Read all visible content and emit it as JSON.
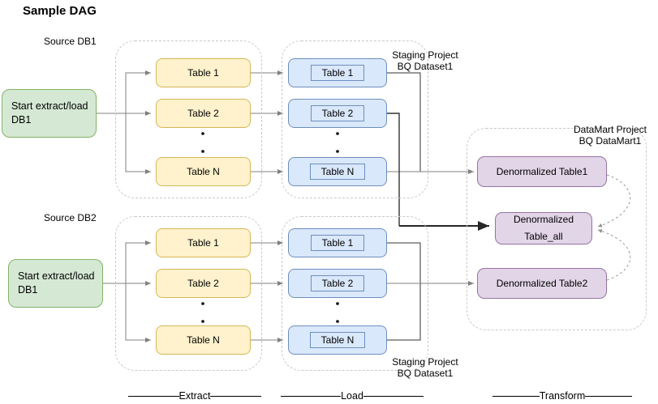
{
  "title": "Sample DAG",
  "labels": {
    "source_db1": "Source DB1",
    "source_db2": "Source DB2",
    "staging_top": "Staging Project\nBQ Dataset1",
    "staging_bottom": "Staging Project\nBQ Dataset1",
    "datamart": "DataMart Project\nBQ DataMart1"
  },
  "nodes": {
    "start1": "Start extract/load\nDB1",
    "start2": "Start extract/load\nDB1",
    "extract_top": [
      "Table 1",
      "Table 2",
      "Table N"
    ],
    "load_top": [
      "Table 1",
      "Table 2",
      "Table N"
    ],
    "extract_bottom": [
      "Table 1",
      "Table 2",
      "Table N"
    ],
    "load_bottom": [
      "Table 1",
      "Table 2",
      "Table N"
    ],
    "datamart": [
      "Denormalized Table1",
      "Denormalized\nTable_all",
      "Denormalized Table2"
    ]
  },
  "stages": {
    "extract": "Extract",
    "load": "Load",
    "transform": "Transform"
  },
  "colors": {
    "start_fill": "#d5e8d4",
    "start_border": "#82b366",
    "extract_fill": "#fff2cc",
    "extract_border": "#d6b656",
    "load_fill": "#dae8fc",
    "load_border": "#6c8ebf",
    "datamart_fill": "#e1d5e7",
    "datamart_border": "#9673a6",
    "connector": "#808080",
    "connector_dark": "#262626",
    "container_dash": "#c9c9c9"
  }
}
